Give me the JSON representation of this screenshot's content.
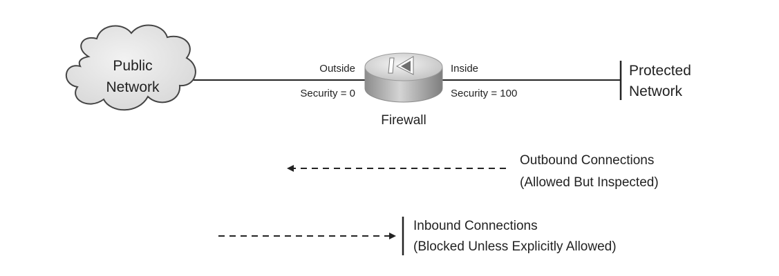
{
  "nodes": {
    "public_network": {
      "line1": "Public",
      "line2": "Network"
    },
    "protected_network": {
      "line1": "Protected",
      "line2": "Network"
    },
    "firewall": {
      "label": "Firewall"
    }
  },
  "interfaces": {
    "outside": {
      "name": "Outside",
      "security": "Security = 0"
    },
    "inside": {
      "name": "Inside",
      "security": "Security = 100"
    }
  },
  "flows": {
    "outbound": {
      "line1": "Outbound Connections",
      "line2": "(Allowed But Inspected)"
    },
    "inbound": {
      "line1": "Inbound Connections",
      "line2": "(Blocked Unless Explicitly Allowed)"
    }
  },
  "colors": {
    "line": "#222222",
    "cloud_fill": "#e6e6e6",
    "cloud_stroke": "#444444",
    "firewall_top": "#e4e4e4",
    "firewall_side": "#a8a8a8"
  }
}
